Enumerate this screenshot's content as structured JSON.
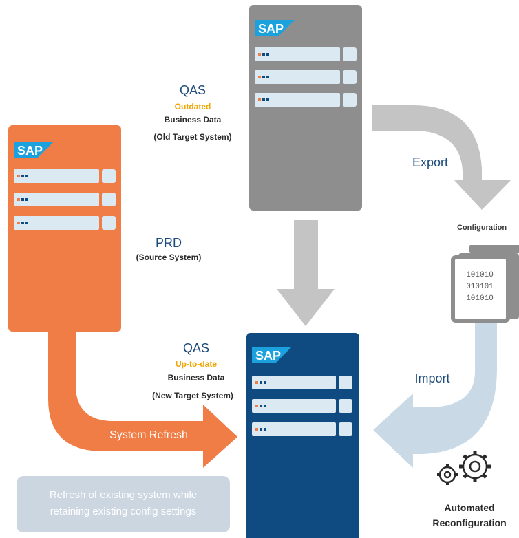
{
  "colors": {
    "orange_server": "#ef7d45",
    "grey_server": "#8e8e8e",
    "blue_server": "#0f4b80",
    "slot_light": "#dbe9f3",
    "arrow_grey": "#c4c4c4",
    "arrow_orange": "#ef7d45",
    "arrow_light_blue": "#c9d9e6",
    "text_blue": "#1c4a7a",
    "text_orange": "#f0a500"
  },
  "logo": "SAP",
  "qas_old": {
    "title": "QAS",
    "status": "Outdated",
    "line1": "Business Data",
    "line2": "(Old Target System)"
  },
  "prd": {
    "title": "PRD",
    "sub": "(Source System)"
  },
  "qas_new": {
    "title": "QAS",
    "status": "Up-to-date",
    "line1": "Business Data",
    "line2": "(New Target System)"
  },
  "export_label": "Export",
  "import_label": "Import",
  "config_label": "Configuration",
  "binary": [
    "101010",
    "010101",
    "101010"
  ],
  "system_refresh": "System Refresh",
  "note": [
    "Refresh of existing system while",
    "retaining existing config settings"
  ],
  "auto_reconfig": [
    "Automated",
    "Reconfiguration"
  ],
  "icons": [
    "sap-logo-icon",
    "document-icon",
    "gear-icon"
  ]
}
